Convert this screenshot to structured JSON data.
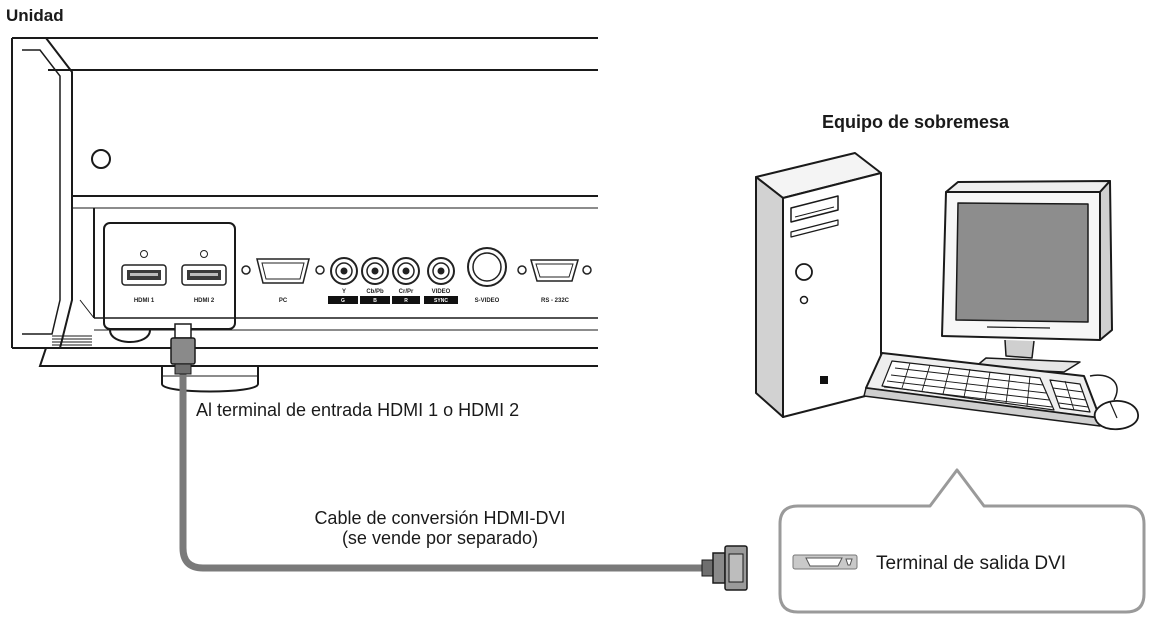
{
  "labels": {
    "unit": "Unidad",
    "desktop": "Equipo de sobremesa",
    "hdmi_note": "Al terminal de entrada HDMI 1 o HDMI 2",
    "cable_line1": "Cable de conversión HDMI-DVI",
    "cable_line2": "(se vende por separado)",
    "dvi_terminal": "Terminal de salida DVI"
  },
  "panel_ports": {
    "hdmi1": "HDMI 1",
    "hdmi2": "HDMI 2",
    "pc": "PC",
    "y": "Y",
    "cb_pb": "Cb/Pb",
    "cr_pr": "Cr/Pr",
    "video": "VIDEO",
    "s_video": "S-VIDEO",
    "rs232c": "RS - 232C",
    "bar_g": "G",
    "bar_b": "B",
    "bar_r": "R",
    "bar_sync": "SYNC"
  }
}
